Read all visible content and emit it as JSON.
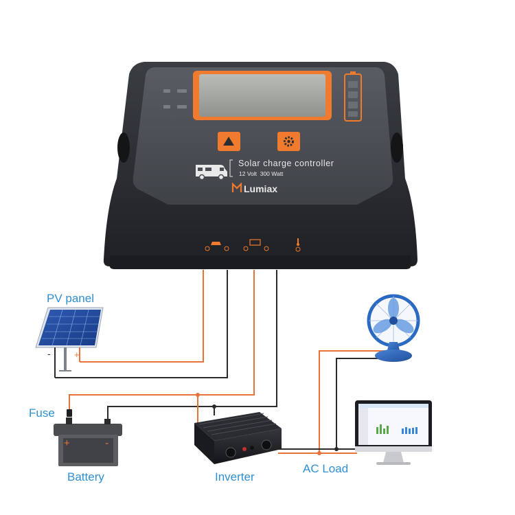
{
  "controller": {
    "title": "Solar charge controller",
    "spec": "12 Volt  300 Watt",
    "brand": "Lumiax"
  },
  "labels": {
    "pv_panel": "PV panel",
    "fuse": "Fuse",
    "battery": "Battery",
    "inverter": "Inverter",
    "ac_load": "AC Load"
  },
  "polarity": {
    "plus": "+",
    "minus": "-"
  },
  "colors": {
    "wire_positive": "#e8733a",
    "wire_negative": "#2a2a2a",
    "controller_body": "#2b2d31",
    "accent_orange": "#f07a2e",
    "label_blue": "#2f8fd1"
  },
  "icons": [
    "up-arrow-button-icon",
    "settings-gear-button-icon",
    "rv-camper-icon",
    "battery-level-icon",
    "lumiax-logo-icon",
    "solar-panel-icon",
    "battery-terminal-icon",
    "thermometer-icon"
  ]
}
